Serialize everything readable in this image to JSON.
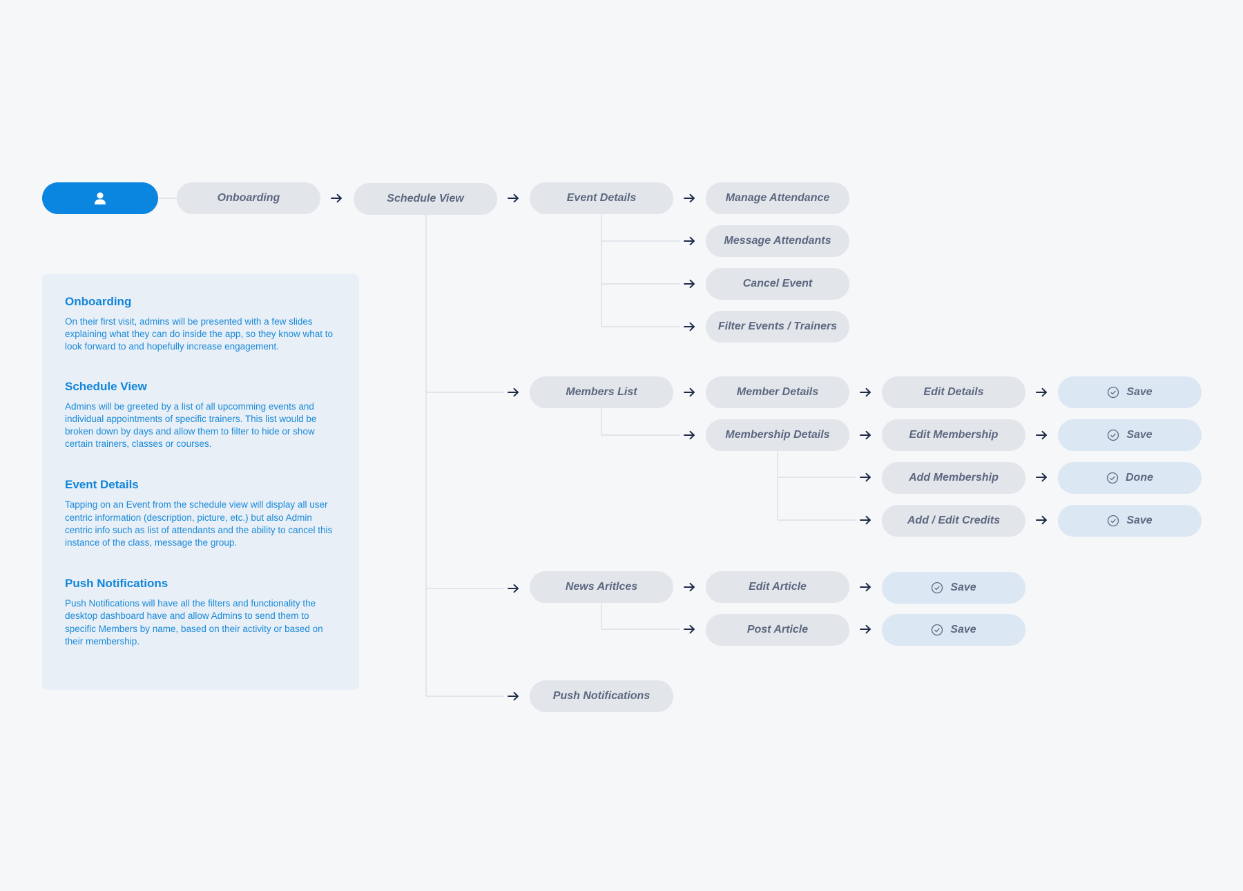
{
  "flow": {
    "user_icon": "user-icon",
    "nodes": {
      "onboarding": "Onboarding",
      "schedule_view": "Schedule View",
      "event_details": "Event Details",
      "manage_attendance": "Manage Attendance",
      "message_attendants": "Message Attendants",
      "cancel_event": "Cancel Event",
      "filter_events": "Filter Events / Trainers",
      "members_list": "Members List",
      "member_details": "Member Details",
      "membership_details": "Membership Details",
      "edit_details": "Edit Details",
      "edit_membership": "Edit Membership",
      "add_membership": "Add Membership",
      "add_edit_credits": "Add / Edit Credits",
      "save_edit_details": "Save",
      "save_edit_membership": "Save",
      "done_add_membership": "Done",
      "save_add_edit_credits": "Save",
      "news_articles": "News Aritlces",
      "edit_article": "Edit Article",
      "post_article": "Post Article",
      "save_edit_article": "Save",
      "save_post_article": "Save",
      "push_notifications": "Push Notifications"
    }
  },
  "info_panel": {
    "sections": [
      {
        "title": "Onboarding",
        "body": "On their first visit, admins will be presented with a few slides explaining what they can do inside the app, so they know what to look forward to and hopefully increase engagement."
      },
      {
        "title": "Schedule View",
        "body": "Admins will be greeted by a list of all upcomming events and individual appointments of specific trainers. This list would be broken down by days and allow them to filter to hide or show certain trainers, classes or courses."
      },
      {
        "title": "Event Details",
        "body": "Tapping on an Event from the schedule view will display all user centric information (description, picture, etc.) but also Admin centric info such as list of attendants and the ability to cancel this instance of the class, message the group."
      },
      {
        "title": "Push Notifications",
        "body": "Push Notifications will have all the filters and functionality the desktop dashboard have and allow Admins to send them to specific Members by name, based on their activity or based on their membership."
      }
    ]
  },
  "colors": {
    "background": "#f6f7f9",
    "node_fill": "#e2e5ea",
    "node_text": "#5c6880",
    "action_fill": "#dbe7f3",
    "accent_blue": "#0b86e0",
    "panel_fill": "#e8eff7",
    "panel_text": "#1a8ad8",
    "arrow": "#1e2b4a",
    "connector": "#d7dbe1"
  }
}
